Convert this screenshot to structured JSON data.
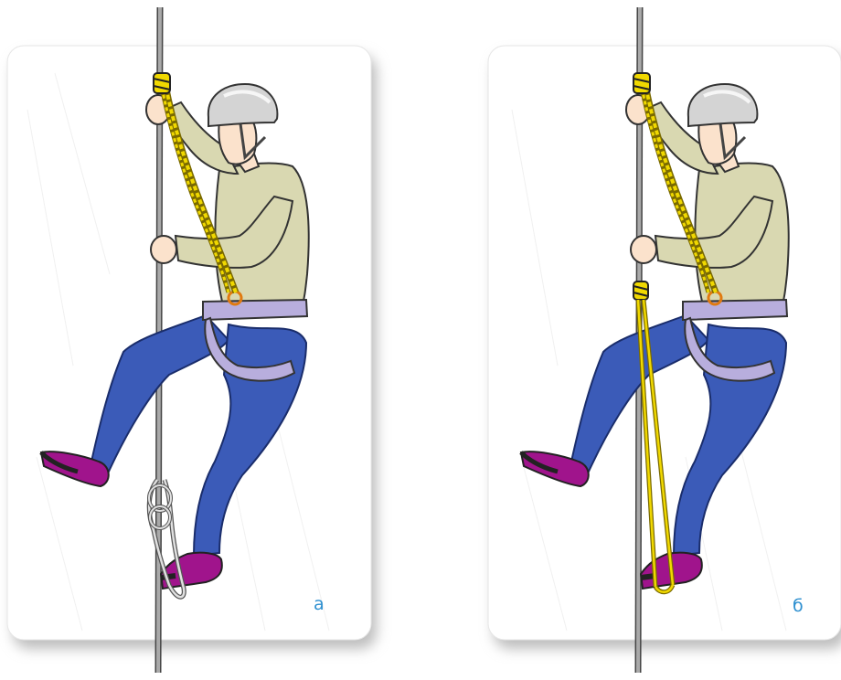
{
  "panels": [
    {
      "label": "а",
      "variant": "knot"
    },
    {
      "label": "б",
      "variant": "sling"
    }
  ],
  "colors": {
    "card": "#ffffff",
    "shadow": "#bdbdbd",
    "rope_main": "#9a9a9a",
    "rope_yellow": "#f0d800",
    "shirt": "#d9d8b1",
    "pants": "#3b5bb8",
    "harness": "#b8aedd",
    "shoes": "#a0148c",
    "helmet": "#cfcfcf",
    "skin": "#fbe2cc",
    "label": "#2d8fd0"
  }
}
